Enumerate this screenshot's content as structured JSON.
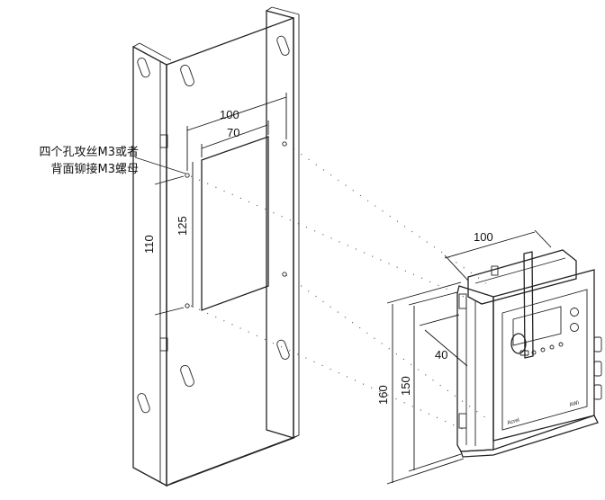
{
  "annotation": {
    "line1": "四个孔攻丝M3或者",
    "line2": "背面铆接M3螺母"
  },
  "bracket_dims": {
    "width_outer": "100",
    "width_inner": "70",
    "height_outer": "125",
    "height_inner": "110"
  },
  "device_dims": {
    "width": "100",
    "depth": "40",
    "height_outer": "160",
    "height_inner": "150"
  },
  "device_labels": {
    "brand": "Acrel",
    "model": "AWi"
  }
}
